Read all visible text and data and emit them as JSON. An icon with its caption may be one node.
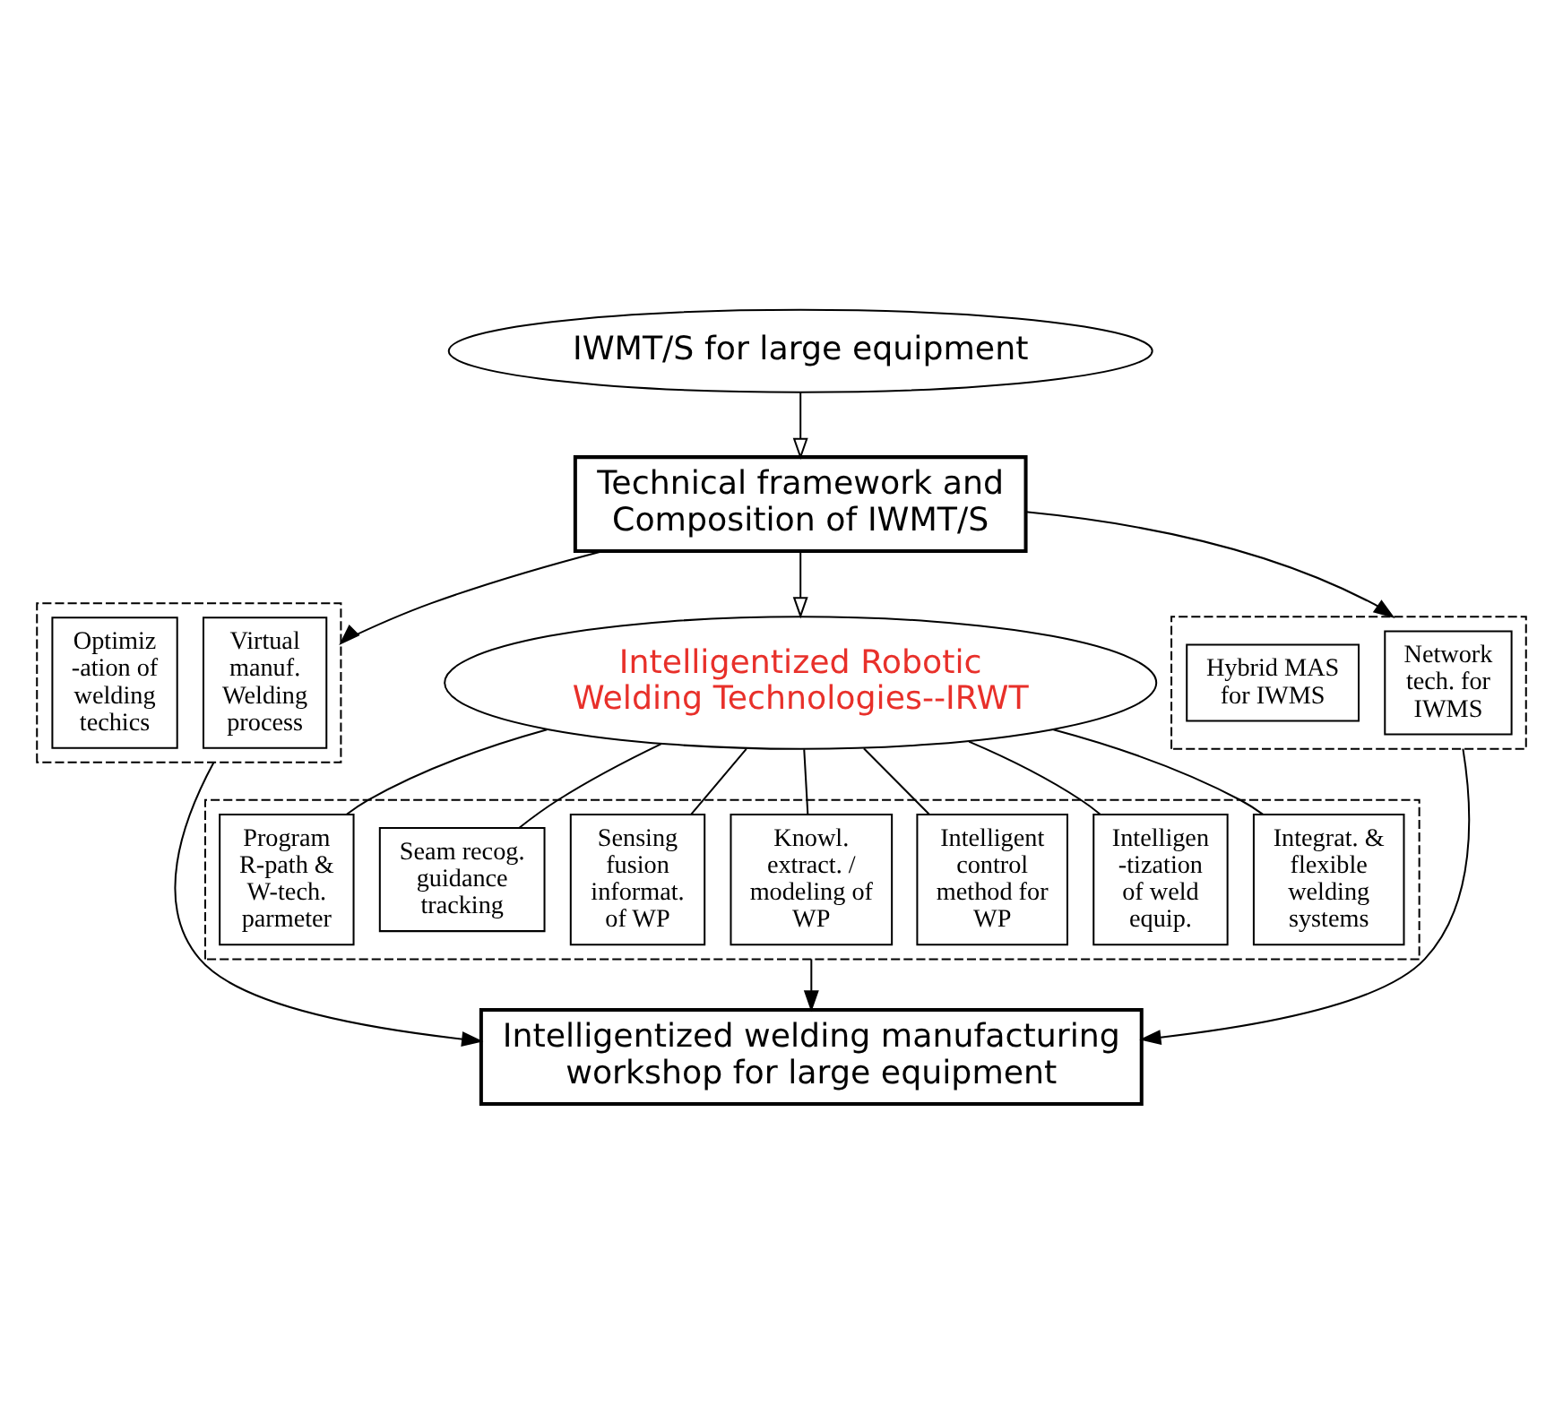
{
  "diagram": {
    "nodes": [
      {
        "text": [
          "IWMT/S for large equipment"
        ]
      },
      {
        "text": [
          "Technical framework and Composition of IWMT/S"
        ]
      },
      {
        "text": [],
        "shape": "box"
      },
      {
        "text": [
          "Optimiz -ation of welding techics"
        ],
        "in": 2
      },
      {
        "text": [
          "Virtual manuf. Welding process"
        ],
        "in": 2
      },
      {
        "text": [
          "Intelligentized Robotic Welding Technologies--IRWT"
        ]
      },
      {
        "text": [],
        "shape": "box"
      },
      {
        "text": [
          "Hybrid MAS for IWMS"
        ],
        "in": 6
      },
      {
        "text": [
          "Network tech. for IWMS"
        ],
        "in": 6
      },
      {
        "text": [],
        "shape": "box"
      },
      {
        "text": [
          "Program R-path & W-tech. parmeter"
        ],
        "in": 9
      },
      {
        "text": [
          "Seam recog. guidance tracking"
        ],
        "in": 9
      },
      {
        "text": [
          "Sensing fusion informat. of WP"
        ],
        "in": 9
      },
      {
        "text": [
          "Knowl. extract. / modeling of WP"
        ],
        "in": 9
      },
      {
        "text": [
          "Intelligent control method for WP"
        ],
        "in": 9
      },
      {
        "text": [
          "Intelligen -tization of weld equip."
        ],
        "in": 9
      },
      {
        "text": [
          "Integrat. & flexible welding systems"
        ],
        "in": 9
      },
      {
        "text": [
          "Intelligentized welding manufacturing workshop for large equipment"
        ]
      }
    ],
    "edges": [
      {
        "from": 0,
        "to": 1,
        "arrow": "to"
      },
      {
        "from": 1,
        "to": 2,
        "arrow": "to"
      },
      {
        "from": 1,
        "to": 6,
        "arrow": "to"
      },
      {
        "from": 1,
        "to": 5,
        "arrow": "to"
      },
      {
        "from": 5,
        "to": 10,
        "arrow": "none"
      },
      {
        "from": 5,
        "to": 11,
        "arrow": "none"
      },
      {
        "from": 5,
        "to": 12,
        "arrow": "none"
      },
      {
        "from": 5,
        "to": 13,
        "arrow": "none"
      },
      {
        "from": 5,
        "to": 14,
        "arrow": "none"
      },
      {
        "from": 5,
        "to": 15,
        "arrow": "none"
      },
      {
        "from": 5,
        "to": 16,
        "arrow": "none"
      },
      {
        "from": 9,
        "to": 17,
        "arrow": "to"
      },
      {
        "from": 2,
        "to": 17,
        "arrow": "to"
      },
      {
        "from": 6,
        "to": 17,
        "arrow": "to"
      }
    ]
  }
}
